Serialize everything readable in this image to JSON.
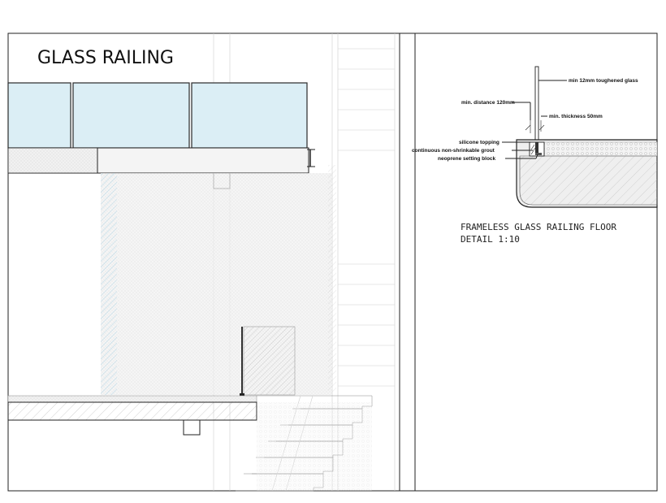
{
  "title": "GLASS RAILING",
  "detail": {
    "caption_line1": "FRAMELESS GLASS RAILING FLOOR",
    "caption_line2": "DETAIL 1:10"
  },
  "annotations": {
    "toughened_glass": "min 12mm toughened glass",
    "min_distance": "min. distance 120mm",
    "min_thickness": "min. thickness 50mm",
    "silicone": "silicone topping",
    "grout": "continuous non-shrinkable grout",
    "neoprene": "neoprene setting block"
  },
  "colors": {
    "glass": "#dbeef5",
    "glass_stroke": "#2a2a2a",
    "slab": "#ededed",
    "hatch": "#bdbdbd",
    "frame": "#222222"
  }
}
